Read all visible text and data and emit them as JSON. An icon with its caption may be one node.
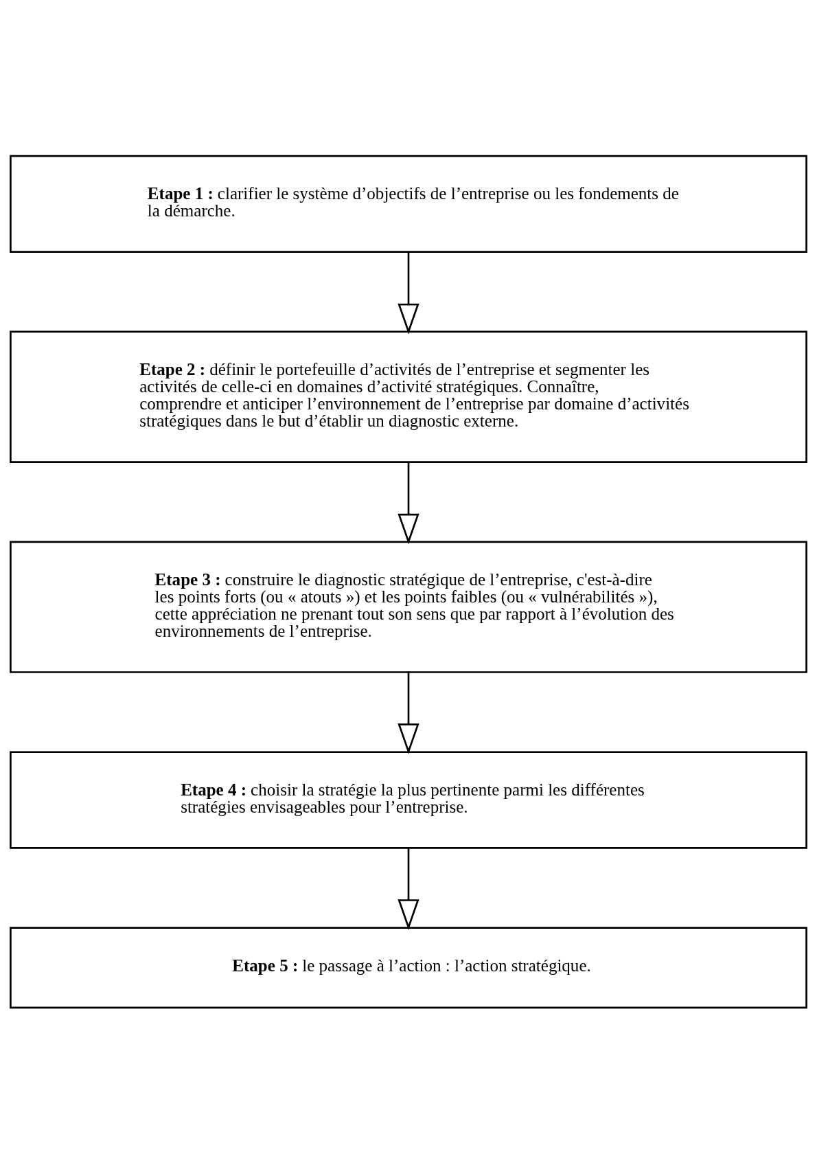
{
  "diagram": {
    "nodes": [
      {
        "text": [
          "**Etape 1 :** clarifier le système d’objectifs de l’entreprise ou les fondements de la démarche."
        ]
      },
      {
        "text": [
          "**Etape 2 :** définir le portefeuille d’activités de l’entreprise et segmenter les activités de celle-ci en domaines d’activité stratégiques. Connaître, comprendre et anticiper l’environnement de l’entreprise par domaine d’activités stratégiques dans le but d’établir un diagnostic externe."
        ]
      },
      {
        "text": [
          "**Etape 3 :** construire le diagnostic stratégique de l’entreprise, c'est-à-dire les points forts (ou « atouts ») et les points faibles (ou « vulnérabilités »), cette appréciation ne prenant tout son sens que par rapport à l’évolution des environnements de l’entreprise."
        ]
      },
      {
        "text": [
          "**Etape 4 :** choisir la stratégie la plus pertinente parmi les différentes stratégies envisageables pour l’entreprise."
        ]
      },
      {
        "text": [
          "**Etape 5 :** le passage à l’action : l’action stratégique."
        ]
      }
    ],
    "edges": [
      {
        "from": 0,
        "to": 1,
        "arrow": "to"
      },
      {
        "from": 1,
        "to": 2,
        "arrow": "to"
      },
      {
        "from": 2,
        "to": 3,
        "arrow": "to"
      },
      {
        "from": 3,
        "to": 4,
        "arrow": "to"
      }
    ]
  }
}
